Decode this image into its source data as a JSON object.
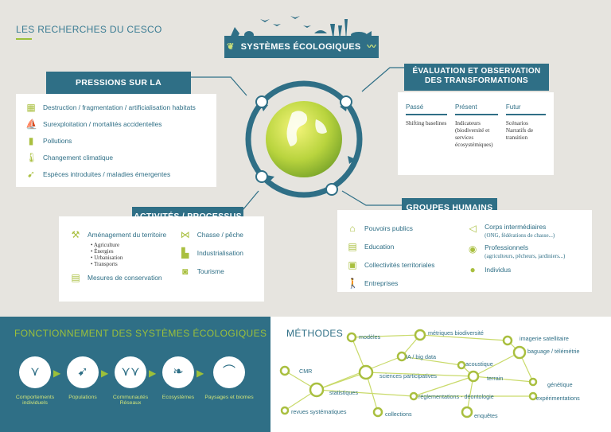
{
  "title": "LES RECHERCHES DU CESCO",
  "center": {
    "label": "SYSTÈMES ÉCOLOGIQUES"
  },
  "pressions": {
    "title": "PRESSIONS SUR LA BIODIVERSITÉ",
    "items": [
      "Destruction / fragmentation / artificialisation habitats",
      "Surexploitation / mortalités accidentelles",
      "Pollutions",
      "Changement climatique",
      "Espèces introduites / maladies émergentes"
    ]
  },
  "evaluation": {
    "title_line1": "ÉVALUATION ET OBSERVATION",
    "title_line2": "DES TRANSFORMATIONS",
    "columns": [
      {
        "head": "Passé",
        "text": "Shifting baselines"
      },
      {
        "head": "Présent",
        "text": "Indicateurs (biodiversité et services écosystémiques)"
      },
      {
        "head": "Futur",
        "text": "Scénarios\nNarratifs de transition"
      }
    ]
  },
  "activites": {
    "title": "ACTIVITÉS / PROCESSUS",
    "amenagement": "Aménagement du territoire",
    "sub_items": [
      "Agriculture",
      "Énergies",
      "Urbanisation",
      "Transports"
    ],
    "conservation": "Mesures de conservation",
    "right_items": [
      "Chasse / pêche",
      "Industrialisation",
      "Tourisme"
    ]
  },
  "groupes": {
    "title": "GROUPES HUMAINS",
    "left_items": [
      "Pouvoirs publics",
      "Education",
      "Collectivités territoriales",
      "Entreprises"
    ],
    "right_items": [
      {
        "label": "Corps intermédiaires",
        "sub": "(ONG, fédérations de chasse...)"
      },
      {
        "label": "Professionnels",
        "sub": "(agriculteurs, pêcheurs, jardiniers...)"
      },
      {
        "label": "Individus",
        "sub": ""
      }
    ]
  },
  "fonctionnement": {
    "title": "FONCTIONNEMENT DES SYSTÈMES ÉCOLOGIQUES",
    "steps": [
      "Comportements individuels",
      "Populations",
      "Communautés Réseaux",
      "Ecosystèmes",
      "Paysages et biomes"
    ]
  },
  "methodes": {
    "title": "MÉTHODES",
    "nodes": [
      "modèles",
      "métriques biodiversité",
      "imagerie satellitaire",
      "IA / big data",
      "acoustique",
      "baguage / télémétrie",
      "CMR",
      "sciences participatives",
      "terrain",
      "statistiques",
      "génétique",
      "réglementations - déontologie",
      "expérimentations",
      "revues systématiques",
      "collections",
      "enquêtes"
    ]
  },
  "colors": {
    "primary": "#2f6f86",
    "accent": "#9cc03a",
    "background": "#e6e4df"
  }
}
